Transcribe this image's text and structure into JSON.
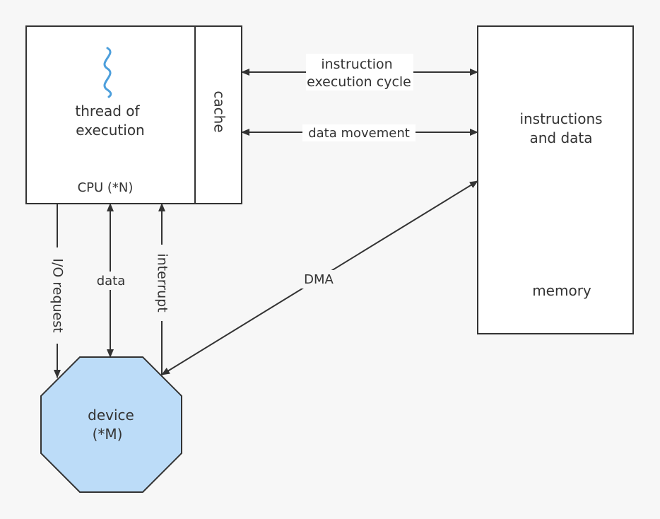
{
  "colors": {
    "background": "#f7f7f7",
    "box_fill": "#ffffff",
    "stroke": "#333333",
    "device_fill": "#bcdcf8",
    "thread_icon": "#4d9fdc"
  },
  "cpu": {
    "thread_icon": "wave-icon",
    "thread_line1": "thread of",
    "thread_line2": "execution",
    "label": "CPU (*N)",
    "cache_label": "cache"
  },
  "memory": {
    "content_line1": "instructions",
    "content_line2": "and data",
    "label": "memory"
  },
  "device": {
    "line1": "device",
    "line2": "(*M)"
  },
  "connections": {
    "instruction_cycle_line1": "instruction",
    "instruction_cycle_line2": "execution cycle",
    "data_movement": "data movement",
    "io_request": "I/O request",
    "data": "data",
    "interrupt": "interrupt",
    "dma": "DMA"
  }
}
